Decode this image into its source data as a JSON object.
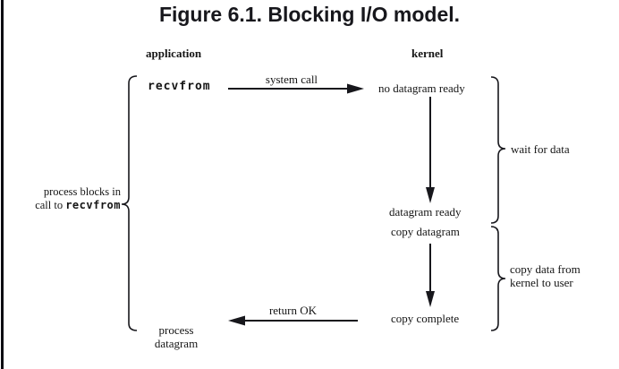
{
  "figure": {
    "title": "Figure 6.1. Blocking I/O model."
  },
  "columns": {
    "application_header": "application",
    "kernel_header": "kernel"
  },
  "application_side": {
    "recvfrom_call": "recvfrom",
    "process_blocks_line1": "process blocks in",
    "process_blocks_line2_text": "call to ",
    "process_blocks_line2_code": "recvfrom",
    "process_datagram_line1": "process",
    "process_datagram_line2": "datagram"
  },
  "kernel_side": {
    "no_datagram_ready": "no datagram ready",
    "datagram_ready": "datagram ready",
    "copy_datagram": "copy datagram",
    "copy_complete": "copy complete"
  },
  "arrows": {
    "system_call_label": "system call",
    "return_ok_label": "return OK"
  },
  "braces": {
    "wait_for_data_label": "wait for data",
    "copy_data_label_line1": "copy data from",
    "copy_data_label_line2": "kernel to user"
  },
  "colors": {
    "ink": "#17171c",
    "background": "#ffffff"
  }
}
